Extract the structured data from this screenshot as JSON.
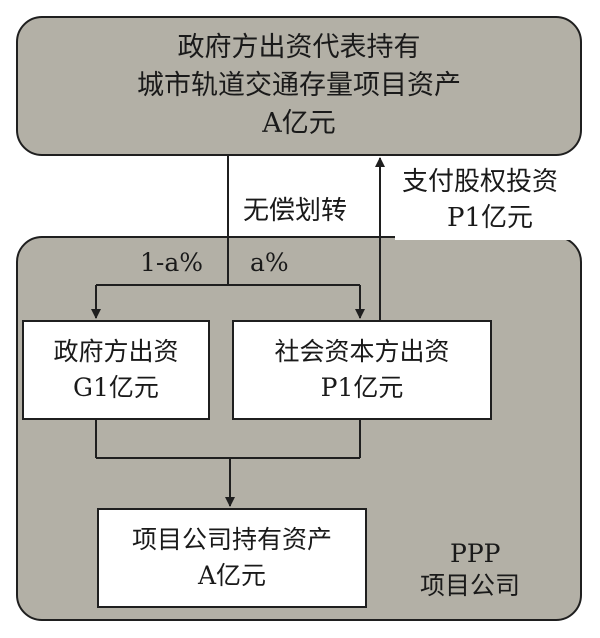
{
  "top_box": {
    "line1": "政府方出资代表持有",
    "line2": "城市轨道交通存量项目资产",
    "line3": "A亿元"
  },
  "transfer_label": "无偿划转",
  "payment_label": {
    "line1": "支付股权投资",
    "line2": "P1亿元"
  },
  "split_left": "1-a%",
  "split_right": "a%",
  "gov_box": {
    "line1": "政府方出资",
    "line2": "G1亿元"
  },
  "social_box": {
    "line1": "社会资本方出资",
    "line2": "P1亿元"
  },
  "project_box": {
    "line1": "项目公司持有资产",
    "line2": "A亿元"
  },
  "ppp_label": {
    "line1": "PPP",
    "line2": "项目公司"
  }
}
